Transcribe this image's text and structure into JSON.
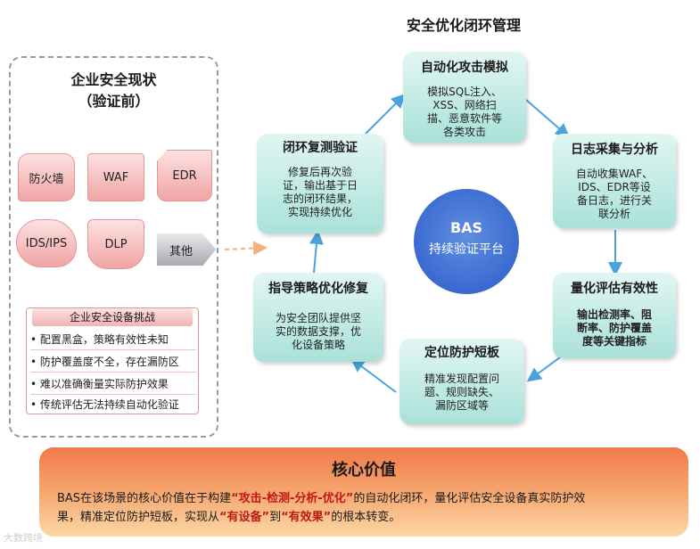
{
  "left": {
    "title_line1": "企业安全现状",
    "title_line2": "（验证前）",
    "devices": [
      "防火墙",
      "WAF",
      "EDR",
      "IDS/IPS",
      "DLP",
      "其他"
    ],
    "challenges_title": "企业安全设备挑战",
    "challenges": [
      "• 配置黑盒，策略有效性未知",
      "• 防护覆盖度不全，存在漏防区",
      "• 难以准确衡量实际防护效果",
      "• 传统评估无法持续自动化验证"
    ]
  },
  "diagram": {
    "title": "安全优化闭环管理",
    "center_line1": "BAS",
    "center_line2": "持续验证平台",
    "steps": [
      {
        "title": "自动化攻击模拟",
        "lines": [
          "模拟SQL注入、",
          "XSS、网络扫",
          "描、恶意软件等",
          "各类攻击"
        ]
      },
      {
        "title": "日志采集与分析",
        "lines": [
          "自动收集WAF、",
          "IDS、EDR等设",
          "备日志，进行关",
          "联分析"
        ]
      },
      {
        "title": "量化评估有效性",
        "lines": [
          "输出检测率、阻",
          "断率、防护覆盖",
          "度等关键指标"
        ]
      },
      {
        "title": "定位防护短板",
        "lines": [
          "精准发现配置问",
          "题、规则缺失、",
          "漏防区域等"
        ]
      },
      {
        "title": "指导策略优化修复",
        "lines": [
          "为安全团队提供坚",
          "实的数据支撑，优",
          "化设备策略"
        ]
      },
      {
        "title": "闭环复测验证",
        "lines": [
          "修复后再次验",
          "证，输出基于日",
          "志的闭环结果，",
          "实现持续优化"
        ]
      }
    ]
  },
  "core": {
    "title": "核心价值",
    "l1_a": "BAS在该场景的核心价值在于构建",
    "l1_hl": "“攻击-检测-分析-优化”",
    "l1_b": "的自动化闭环，量化评估安全设备真实防护效",
    "l2_a": "果，精准定位防护短板，实现从",
    "l2_hl1": "“有设备”",
    "l2_b": "到",
    "l2_hl2": "“有效果”",
    "l2_c": "的根本转变。"
  },
  "watermark": "大数跨境",
  "colors": {
    "card": "#a9e1d9",
    "arrow": "#4aa3dd",
    "center": "#3a6ad0",
    "alert": "#c01818"
  }
}
